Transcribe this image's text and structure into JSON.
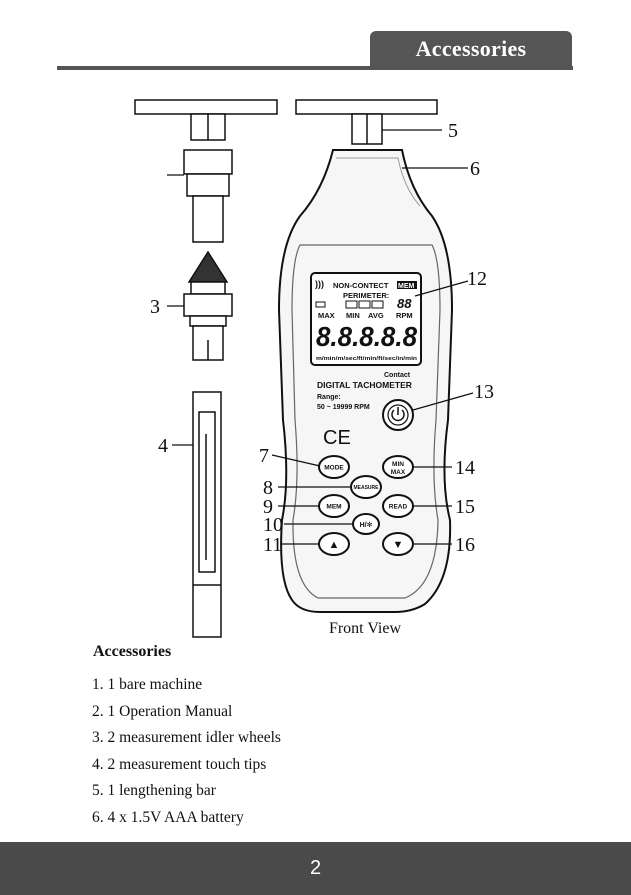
{
  "header": {
    "title": "Accessories"
  },
  "device": {
    "lcd": {
      "title": "NON-CONTECT",
      "mem_badge": "MEM",
      "perimeter": "PERIMETER:",
      "small_digits": "88",
      "stats": [
        "MAX",
        "MIN",
        "AVG",
        "RPM"
      ],
      "digits": "8.8.8.8.8",
      "units": "m/min/m/sec/ft/min/ft/sec/in/min"
    },
    "contact": "Contact",
    "model": "DIGITAL TACHOMETER",
    "range_label": "Range:",
    "range_value": "50 ~ 19999 RPM",
    "ce": "CE",
    "buttons": {
      "mode": "MODE",
      "min": "MIN",
      "max": "MAX",
      "measure": "MEASURE",
      "mem": "MEM",
      "read": "READ",
      "hold": "H/✻",
      "up": "▲",
      "down": "▼"
    }
  },
  "callouts": [
    "3",
    "4",
    "5",
    "6",
    "7",
    "8",
    "9",
    "10",
    "11",
    "12",
    "13",
    "14",
    "15",
    "16"
  ],
  "caption": "Front View",
  "accessories": {
    "heading": "Accessories",
    "items": [
      "1.  1 bare machine",
      "2.  1 Operation Manual",
      "3.  2 measurement idler wheels",
      "4.  2 measurement touch tips",
      "5.  1 lengthening bar",
      "6.  4 x 1.5V AAA battery"
    ]
  },
  "footer": {
    "page_number": "2"
  }
}
